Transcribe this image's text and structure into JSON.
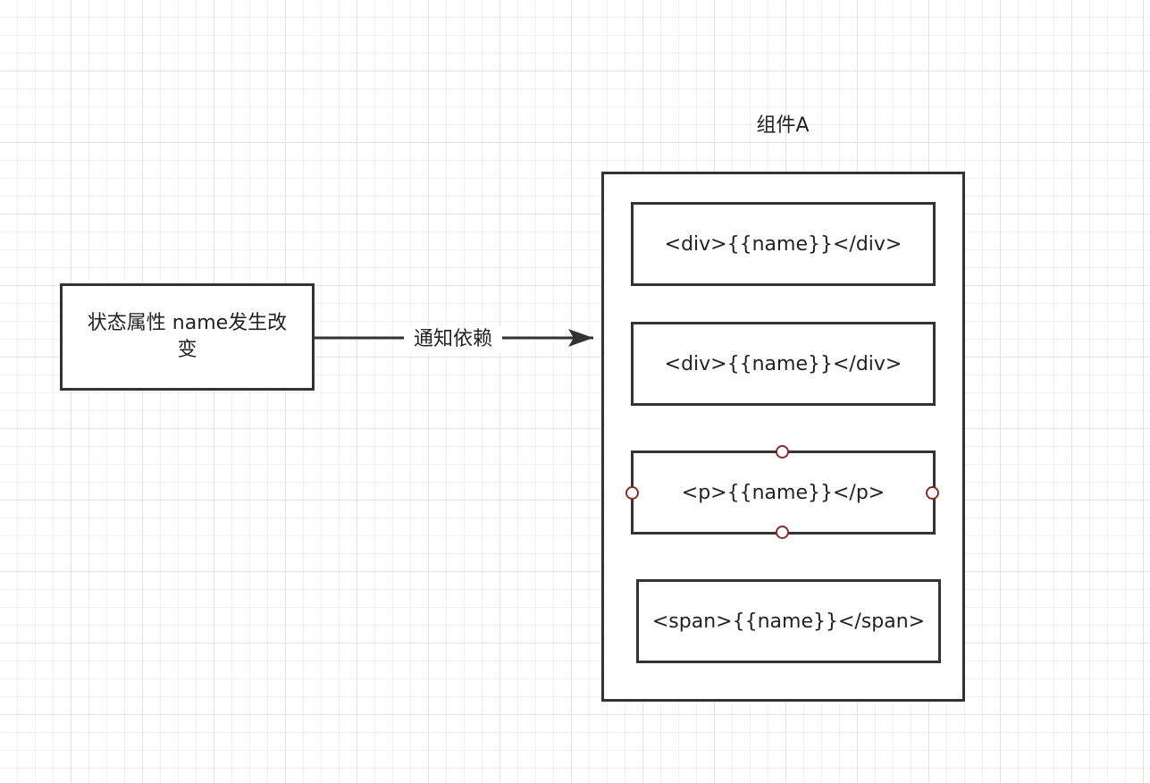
{
  "diagram": {
    "source_node": {
      "label": "状态属性 name发生改变"
    },
    "edge": {
      "label": "通知依赖"
    },
    "component": {
      "title": "组件A",
      "children": [
        {
          "label": "<div>{{name}}</div>"
        },
        {
          "label": "<div>{{name}}</div>"
        },
        {
          "label": "<p>{{name}}</p>"
        },
        {
          "label": "<span>{{name}}</span>"
        }
      ]
    }
  },
  "colors": {
    "stroke": "#333333",
    "grid_major": "#e2e2e2",
    "grid_minor": "#f1f1f1",
    "selection_handle": "#8b2b2b"
  }
}
